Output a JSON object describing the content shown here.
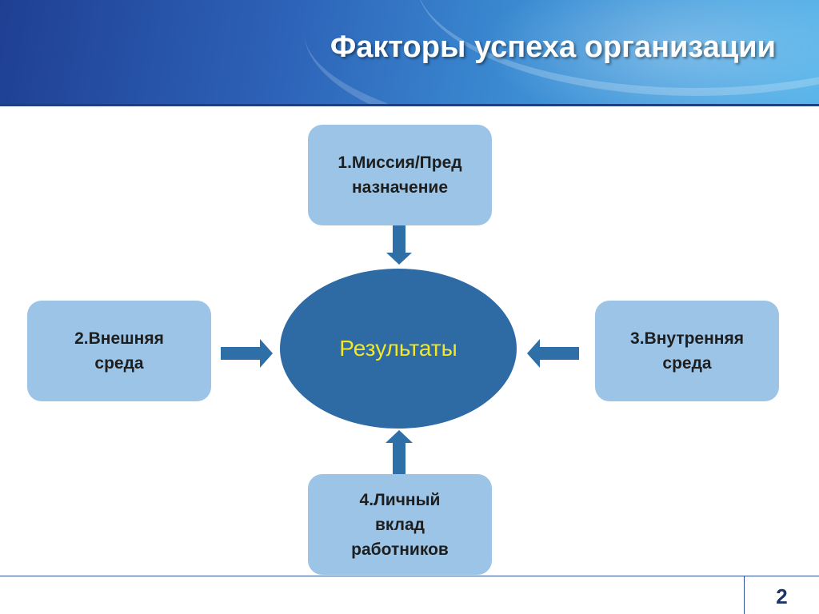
{
  "slide": {
    "title": "Факторы успеха организации",
    "page_number": "2"
  },
  "diagram": {
    "center": "Результаты",
    "factors": {
      "top": [
        "1.Миссия/Пред",
        "назначение"
      ],
      "left": [
        "2.Внешняя",
        "среда"
      ],
      "right": [
        "3.Внутренняя",
        "среда"
      ],
      "bottom": [
        "4.Личный",
        "вклад",
        "работников"
      ]
    }
  },
  "colors": {
    "box_fill": "#9cc4e6",
    "ellipse_fill": "#2e6aa3",
    "center_text": "#f3e728",
    "arrow": "#2f6fa8"
  }
}
